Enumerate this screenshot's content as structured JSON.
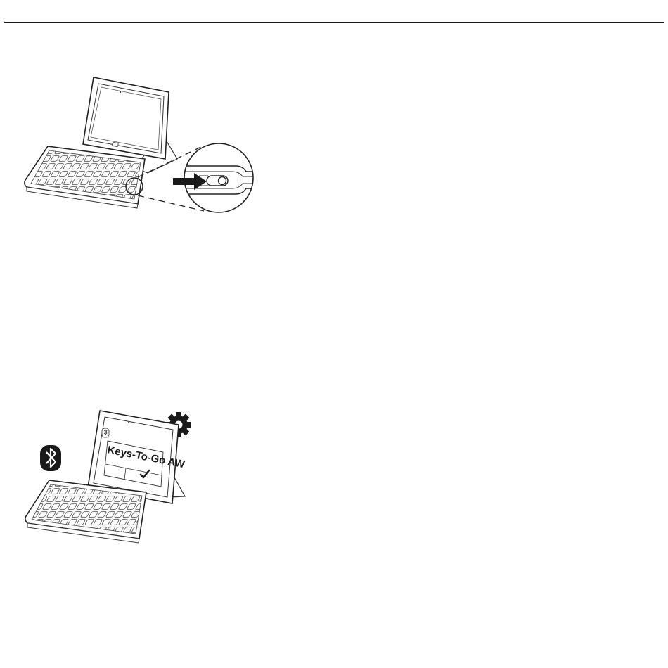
{
  "figures": [
    {
      "id": "power-on",
      "icons": [
        "power-switch-closeup",
        "arrow-right-icon"
      ]
    },
    {
      "id": "bluetooth-pairing",
      "icons": [
        "bluetooth-icon",
        "gear-icon",
        "checkmark-icon"
      ],
      "device_name": "Keys-To-Go AW"
    }
  ]
}
